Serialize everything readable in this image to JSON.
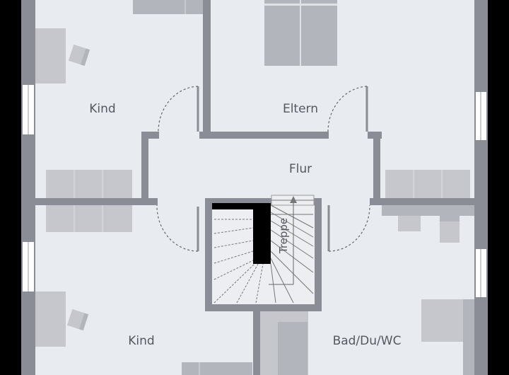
{
  "rooms": {
    "kind_top": "Kind",
    "eltern": "Eltern",
    "flur": "Flur",
    "treppe": "Treppe",
    "kind_bottom": "Kind",
    "bad": "Bad/Du/WC"
  },
  "colors": {
    "floor": "#e8ebef",
    "wall": "#8a8d96",
    "furniture": "#c5c7cd",
    "stair_core": "#000000"
  }
}
